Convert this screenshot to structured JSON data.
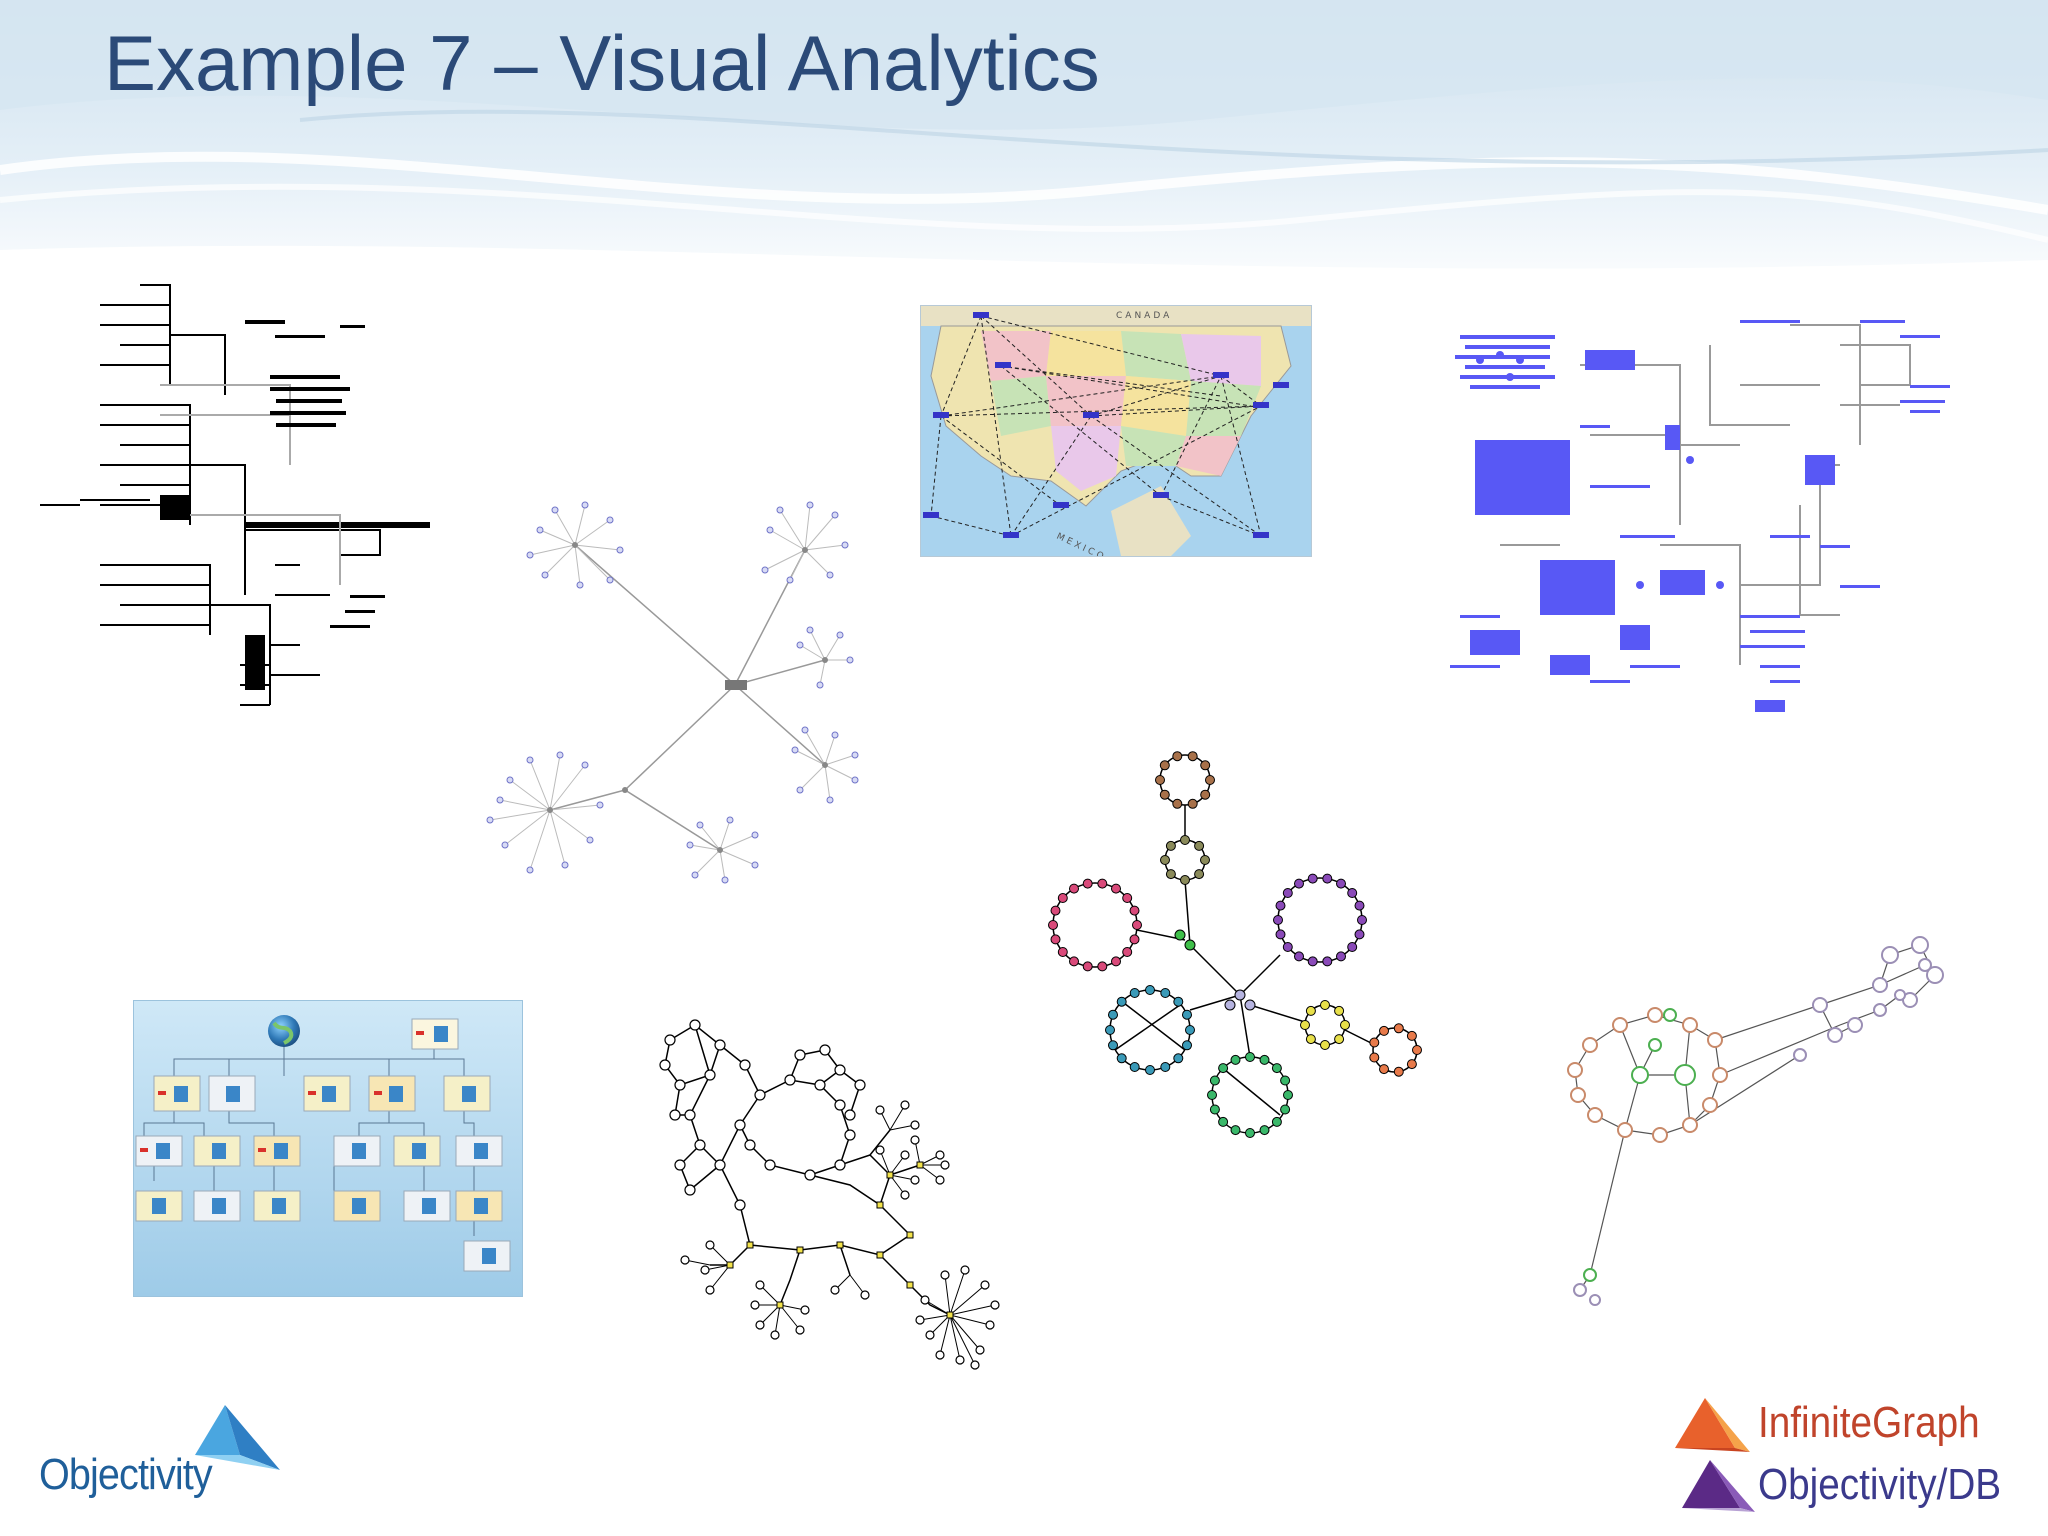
{
  "slide": {
    "title": "Example 7 – Visual Analytics"
  },
  "panels": {
    "us_map": {
      "country_north": "CANADA",
      "country_south": "MEXICO"
    }
  },
  "brands": {
    "left_logo": "Objectivity",
    "right_logo_top": "InfiniteGraph",
    "right_logo_bottom": "Objectivity/DB"
  },
  "colors": {
    "title": "#2b4a78",
    "objectivity_blue": "#1f5f9a",
    "infinitegraph_orange": "#e8612c",
    "objectivitydb_purple": "#5b2a86",
    "circuit_blue": "#5656f0"
  }
}
